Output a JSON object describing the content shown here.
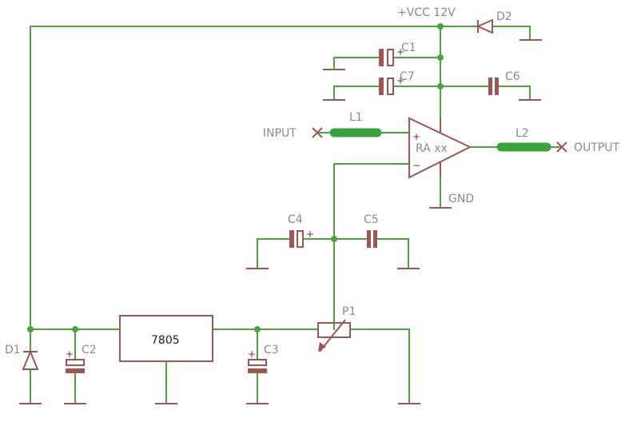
{
  "labels": {
    "vcc": "+VCC 12V",
    "gnd": "GND",
    "input": "INPUT",
    "output": "OUTPUT",
    "amp": "RA xx",
    "regulator": "7805",
    "plus_pin": "+",
    "minus_pin": "−",
    "polarity": "+"
  },
  "components": {
    "d1": "D1",
    "d2": "D2",
    "c1": "C1",
    "c2": "C2",
    "c3": "C3",
    "c4": "C4",
    "c5": "C5",
    "c6": "C6",
    "c7": "C7",
    "l1": "L1",
    "l2": "L2",
    "p1": "P1"
  },
  "colors": {
    "wire": "#4aa63a",
    "component": "#a05555",
    "label": "#8a8a8a",
    "inductor": "#3aa23a"
  }
}
